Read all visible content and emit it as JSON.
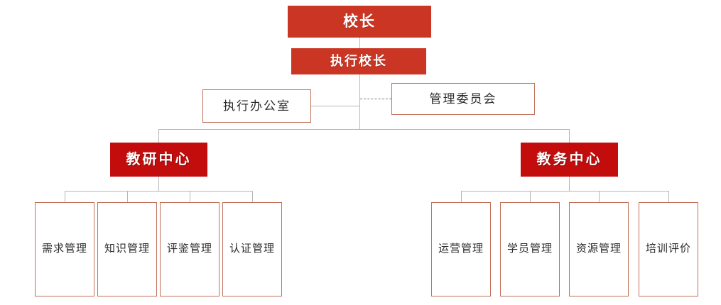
{
  "chart_data": {
    "type": "diagram",
    "title": "",
    "diagram_kind": "organizational-chart",
    "orientation": "top-down",
    "colors": {
      "node_fill_primary": "#cb3524",
      "node_fill_center": "#c30d0d",
      "node_border_outline": "#c0705a",
      "connector_solid": "#b6b6b6",
      "connector_dashed": "#7a7a7a",
      "text_on_fill": "#ffffff",
      "text_on_white": "#2b2b2b",
      "background": "#ffffff"
    },
    "nodes": [
      {
        "id": "principal",
        "label": "校长",
        "level": 0,
        "style": "filled"
      },
      {
        "id": "exec_principal",
        "label": "执行校长",
        "level": 1,
        "style": "filled"
      },
      {
        "id": "exec_office",
        "label": "执行办公室",
        "level": 2,
        "style": "outline"
      },
      {
        "id": "mgmt_committee",
        "label": "管理委员会",
        "level": 2,
        "style": "outline"
      },
      {
        "id": "center_left",
        "label": "教研中心",
        "level": 3,
        "style": "filled-dark"
      },
      {
        "id": "center_right",
        "label": "教务中心",
        "level": 3,
        "style": "filled-dark"
      }
    ],
    "edges": [
      {
        "from": "principal",
        "to": "exec_principal",
        "line": "solid"
      },
      {
        "from": "exec_principal",
        "to": "exec_office",
        "line": "solid"
      },
      {
        "from": "exec_principal",
        "to": "mgmt_committee",
        "line": "dashed"
      },
      {
        "from": "exec_principal",
        "to": "center_left",
        "line": "solid"
      },
      {
        "from": "exec_principal",
        "to": "center_right",
        "line": "solid"
      },
      {
        "from": "center_left",
        "to": "leaf_l1",
        "line": "solid"
      },
      {
        "from": "center_left",
        "to": "leaf_l2",
        "line": "solid"
      },
      {
        "from": "center_left",
        "to": "leaf_l3",
        "line": "solid"
      },
      {
        "from": "center_left",
        "to": "leaf_l4",
        "line": "solid"
      },
      {
        "from": "center_right",
        "to": "leaf_r1",
        "line": "solid"
      },
      {
        "from": "center_right",
        "to": "leaf_r2",
        "line": "solid"
      },
      {
        "from": "center_right",
        "to": "leaf_r3",
        "line": "solid"
      },
      {
        "from": "center_right",
        "to": "leaf_r4",
        "line": "solid"
      }
    ]
  },
  "top": {
    "principal": "校长",
    "exec_principal": "执行校长"
  },
  "middle": {
    "exec_office": "执行办公室",
    "mgmt_committee": "管理委员会"
  },
  "centers": {
    "left": {
      "label": "教研中心",
      "leaves": [
        {
          "label": "需求管理"
        },
        {
          "label": "知识管理"
        },
        {
          "label": "评鉴管理"
        },
        {
          "label": "认证管理"
        }
      ]
    },
    "right": {
      "label": "教务中心",
      "leaves": [
        {
          "label": "运营管理"
        },
        {
          "label": "学员管理"
        },
        {
          "label": "资源管理"
        },
        {
          "label": "培训评价"
        }
      ]
    }
  }
}
